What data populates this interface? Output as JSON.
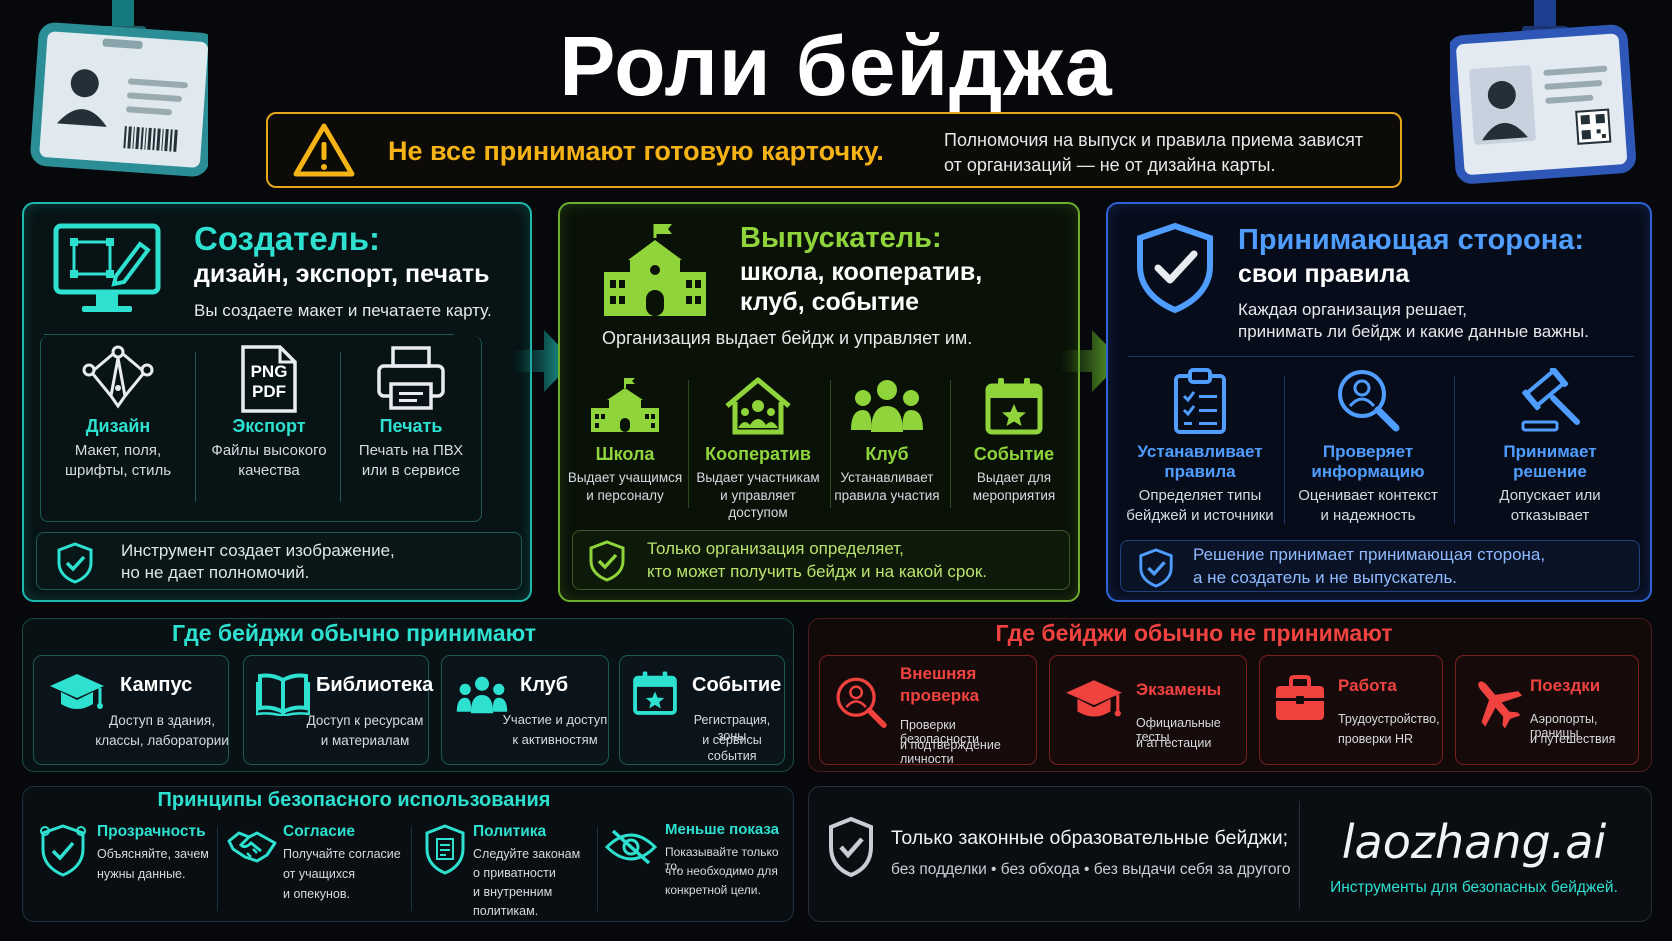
{
  "title": "Роли бейджа",
  "warning": {
    "headline": "Не все принимают готовую карточку.",
    "text_line1": "Полномочия на выпуск и правила приема зависят",
    "text_line2": "от организаций — не от дизайна карты."
  },
  "creator": {
    "heading": "Создатель:",
    "subheading": "дизайн, экспорт, печать",
    "desc": "Вы создаете макет и печатаете карту.",
    "items": [
      {
        "label": "Дизайн",
        "line1": "Макет, поля,",
        "line2": "шрифты, стиль"
      },
      {
        "label": "Экспорт",
        "line1": "Файлы высокого",
        "line2": "качества"
      },
      {
        "label": "Печать",
        "line1": "Печать на ПВХ",
        "line2": "или в сервисе"
      }
    ],
    "file_icon_text1": "PNG",
    "file_icon_text2": "PDF",
    "note_line1": "Инструмент создает изображение,",
    "note_line2": "но не дает полномочий."
  },
  "issuer": {
    "heading": "Выпускатель:",
    "subheading_line1": "школа, кооператив,",
    "subheading_line2": "клуб, событие",
    "desc": "Организация выдает бейдж и управляет им.",
    "items": [
      {
        "label": "Школа",
        "line1": "Выдает учащимся",
        "line2": "и персоналу"
      },
      {
        "label": "Кооператив",
        "line1": "Выдает участникам",
        "line2": "и управляет доступом"
      },
      {
        "label": "Клуб",
        "line1": "Устанавливает",
        "line2": "правила участия"
      },
      {
        "label": "Событие",
        "line1": "Выдает для",
        "line2": "мероприятия"
      }
    ],
    "note_line1": "Только организация определяет,",
    "note_line2": "кто может получить бейдж и на какой срок."
  },
  "acceptor": {
    "heading": "Принимающая сторона:",
    "subheading": "свои правила",
    "desc_line1": "Каждая организация решает,",
    "desc_line2": "принимать ли бейдж и какие данные важны.",
    "items": [
      {
        "label1": "Устанавливает",
        "label2": "правила",
        "line1": "Определяет типы",
        "line2": "бейджей и источники"
      },
      {
        "label1": "Проверяет",
        "label2": "информацию",
        "line1": "Оценивает контекст",
        "line2": "и надежность"
      },
      {
        "label1": "Принимает",
        "label2": "решение",
        "line1": "Допускает или",
        "line2": "отказывает"
      }
    ],
    "note_line1": "Решение принимает принимающая сторона,",
    "note_line2": "а не создатель и не выпускатель."
  },
  "accepted": {
    "heading": "Где бейджи обычно принимают",
    "items": [
      {
        "label": "Кампус",
        "line1": "Доступ в здания,",
        "line2": "классы, лаборатории"
      },
      {
        "label": "Библиотека",
        "line1": "Доступ к ресурсам",
        "line2": "и материалам"
      },
      {
        "label": "Клуб",
        "line1": "Участие и доступ",
        "line2": "к активностям"
      },
      {
        "label": "Событие",
        "line1": "Регистрация, зоны",
        "line2": "и сервисы события"
      }
    ]
  },
  "not_accepted": {
    "heading": "Где бейджи обычно не принимают",
    "items": [
      {
        "label1": "Внешняя",
        "label2": "проверка",
        "line1": "Проверки безопасности",
        "line2": "и подтверждение личности"
      },
      {
        "label1": "Экзамены",
        "label2": "",
        "line1": "Официальные тесты",
        "line2": "и аттестации"
      },
      {
        "label1": "Работа",
        "label2": "",
        "line1": "Трудоустройство,",
        "line2": "проверки HR"
      },
      {
        "label1": "Поездки",
        "label2": "",
        "line1": "Аэропорты, границы",
        "line2": "и путешествия"
      }
    ]
  },
  "principles": {
    "heading": "Принципы безопасного использования",
    "items": [
      {
        "label": "Прозрачность",
        "lines": [
          "Объясняйте, зачем",
          "нужны данные."
        ]
      },
      {
        "label": "Согласие",
        "lines": [
          "Получайте согласие",
          "от учащихся",
          "и опекунов."
        ]
      },
      {
        "label": "Политика",
        "lines": [
          "Следуйте законам",
          "о приватности",
          "и внутренним",
          "политикам."
        ]
      },
      {
        "label": "Меньше показа",
        "lines": [
          "Показывайте только то,",
          "что необходимо для",
          "конкретной цели."
        ]
      }
    ]
  },
  "footer": {
    "legal_line1": "Только законные образовательные бейджи;",
    "legal_line2": "без подделки • без обхода • без выдачи себя за другого",
    "brand": "laozhang.ai",
    "tagline": "Инструменты для безопасных бейджей."
  },
  "colors": {
    "teal": "#2ee0d0",
    "green": "#8ed43a",
    "blue": "#4f9dff",
    "red": "#f0423e",
    "amber": "#f5b316"
  }
}
